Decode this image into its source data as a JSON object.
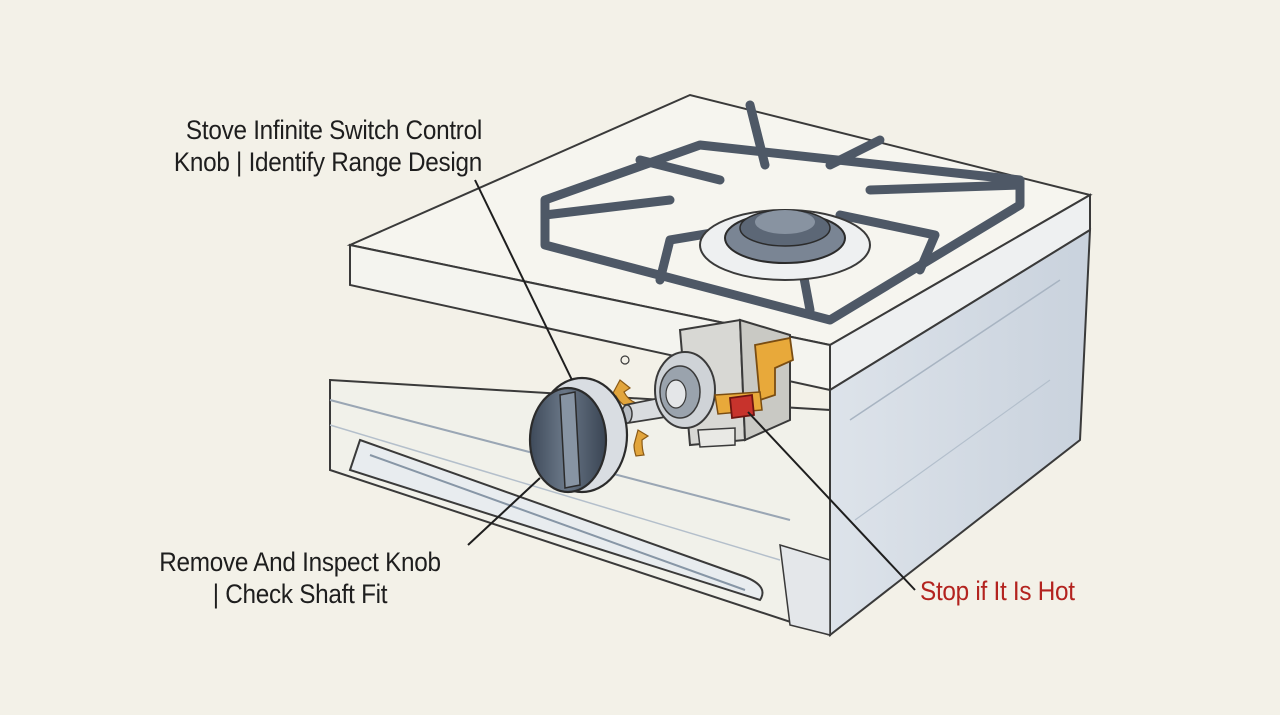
{
  "callouts": {
    "knob_design": {
      "line1": "Stove Infinite Switch Control",
      "line2": "Knob | Identify Range Design"
    },
    "inspect_knob": {
      "line1": "Remove And Inspect Knob",
      "line2": "| Check Shaft Fit"
    },
    "hot_warning": {
      "line1": "Stop if It Is Hot"
    }
  },
  "colors": {
    "background": "#f3f1e8",
    "outline": "#2b2b2b",
    "grate": "#5a6472",
    "knob": "#4f5c6e",
    "switch_housing": "#d8d8d4",
    "arrow": "#e2a53c",
    "bracket": "#e8a93a",
    "hot_indicator": "#c7332c",
    "warning_text": "#b3231f"
  },
  "icons": [
    "burner-grate-icon",
    "burner-cap-icon",
    "control-knob-icon",
    "infinite-switch-icon",
    "rotation-arrow-icon",
    "hot-indicator-icon"
  ]
}
